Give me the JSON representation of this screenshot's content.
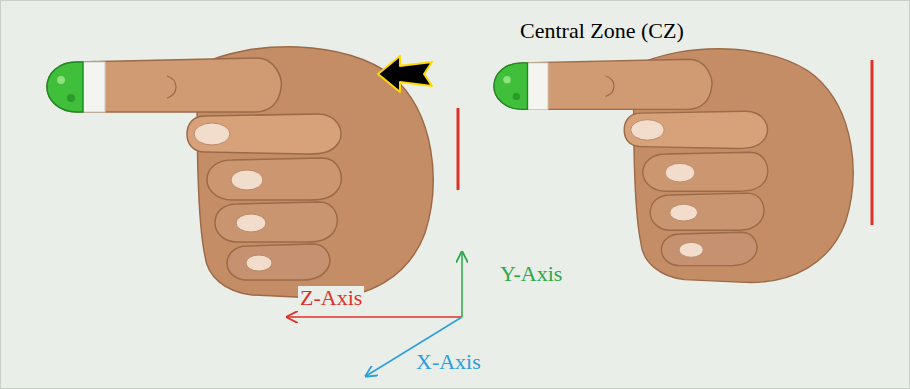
{
  "diagram": {
    "labels": [
      "Central Zone (CZ)",
      "Z-Axis",
      "Y-Axis",
      "X-Axis"
    ]
  }
}
